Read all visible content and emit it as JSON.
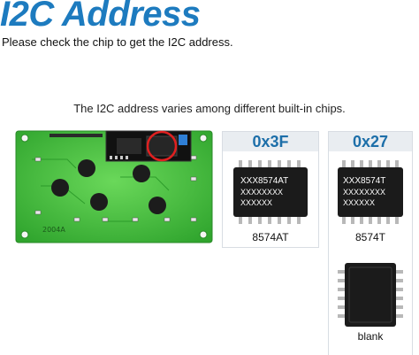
{
  "title": "I2C Address",
  "subtitle": "Please check the chip to get the I2C address.",
  "caption": "The I2C address varies among different built-in chips.",
  "board": {
    "model": "2004A"
  },
  "addresses": [
    {
      "address": "0x3F",
      "chips": [
        {
          "marking": [
            "XXX8574AT",
            "XXXXXXXX",
            "XXXXXX"
          ],
          "label": "8574AT"
        }
      ]
    },
    {
      "address": "0x27",
      "chips": [
        {
          "marking": [
            "XXX8574T",
            "XXXXXXXX",
            "XXXXXX"
          ],
          "label": "8574T"
        },
        {
          "marking": [],
          "label": "blank"
        }
      ]
    }
  ],
  "colors": {
    "title": "#1d7bbf",
    "pcb": "#3fbf3a",
    "chip": "#1b1b1b",
    "highlight": "#e02020",
    "header_bg": "#e9edf1"
  }
}
